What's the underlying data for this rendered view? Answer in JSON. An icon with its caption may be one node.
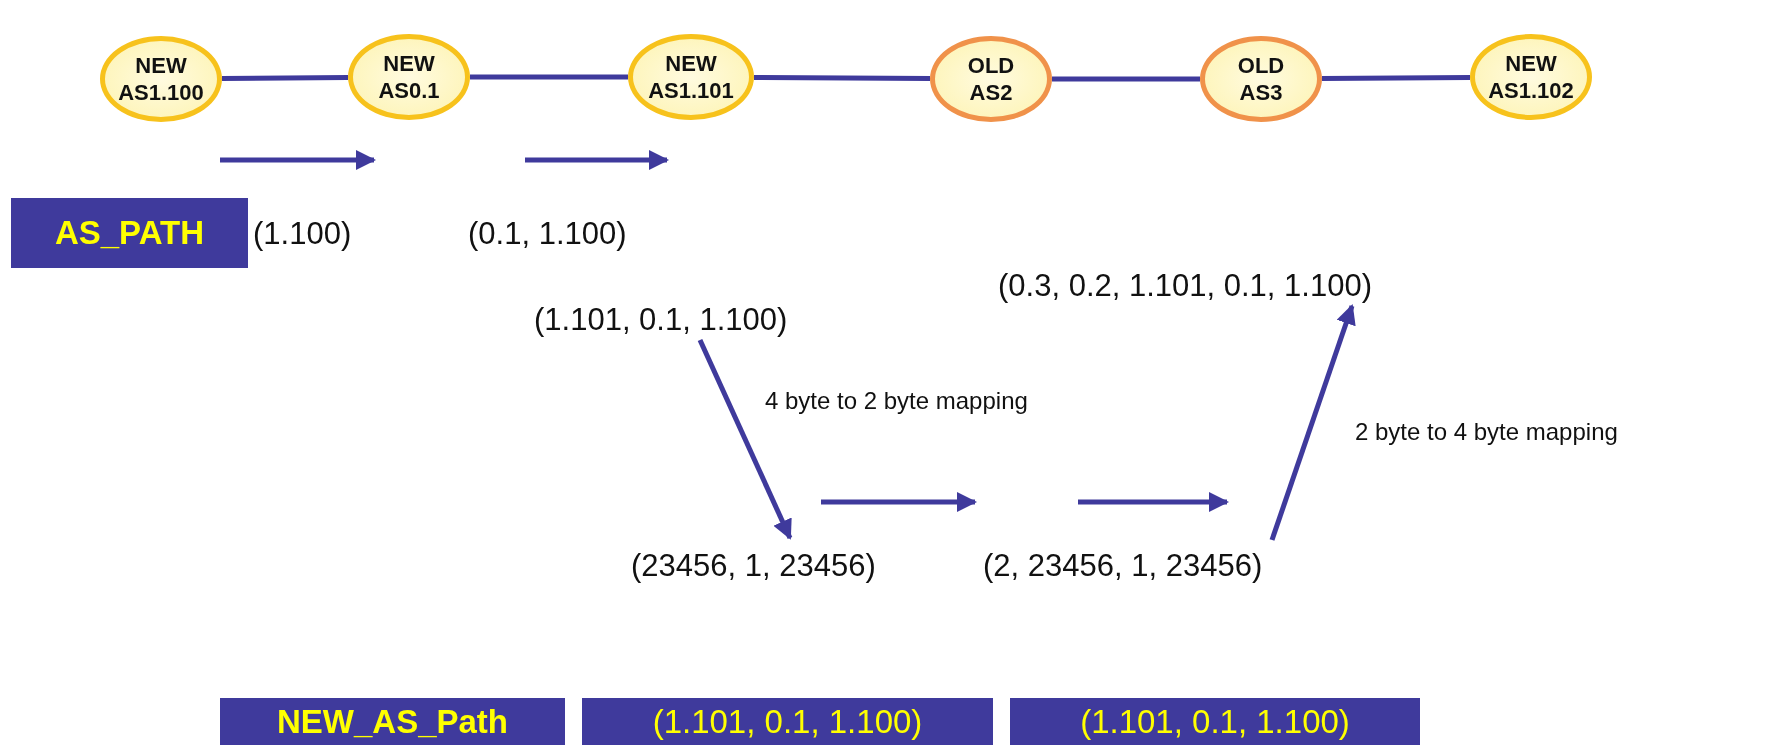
{
  "diagram": {
    "nodes": [
      {
        "text": [
          "NEW",
          "AS1.100"
        ]
      },
      {
        "text": [
          "NEW",
          "AS0.1"
        ]
      },
      {
        "text": [
          "NEW",
          "AS1.101"
        ]
      },
      {
        "text": [
          "OLD",
          "AS2"
        ]
      },
      {
        "text": [
          "OLD",
          "AS3"
        ]
      },
      {
        "text": [
          "NEW",
          "AS1.102"
        ]
      },
      {
        "text": [
          "AS_PATH"
        ]
      },
      {
        "text": [
          "(1.100)"
        ]
      },
      {
        "text": [
          "(0.1, 1.100)"
        ]
      },
      {
        "text": [
          "(1.101, 0.1, 1.100)"
        ]
      },
      {
        "text": [
          "(0.3, 0.2, 1.101, 0.1, 1.100)"
        ]
      },
      {
        "text": [
          "(23456, 1, 23456)"
        ]
      },
      {
        "text": [
          "(2, 23456, 1, 23456)"
        ]
      },
      {
        "text": [
          "NEW_AS_Path"
        ]
      },
      {
        "text": [
          "(1.101, 0.1, 1.100)"
        ]
      },
      {
        "text": [
          "(1.101, 0.1, 1.100)"
        ]
      }
    ],
    "edges": [
      {
        "from": 0,
        "to": 1,
        "arrow": "none"
      },
      {
        "from": 1,
        "to": 2,
        "arrow": "none"
      },
      {
        "from": 2,
        "to": 3,
        "arrow": "none"
      },
      {
        "from": 3,
        "to": 4,
        "arrow": "none"
      },
      {
        "from": 4,
        "to": 5,
        "arrow": "none"
      },
      {
        "from": 9,
        "to": 11,
        "arrow": "to",
        "label": "4 byte to 2 byte mapping"
      },
      {
        "from": 12,
        "to": 10,
        "arrow": "to",
        "label": "2 byte to 4 byte mapping"
      }
    ]
  }
}
